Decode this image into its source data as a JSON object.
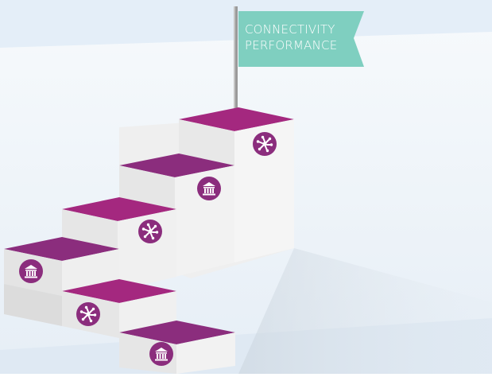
{
  "flag": {
    "line1": "CONNECTIVITY",
    "line2": "PERFORMANCE",
    "color": "#7fcfc0"
  },
  "colors": {
    "stair_front": "#e6e6e6",
    "stair_side": "#f4f4f4",
    "top_magenta": "#a4287f",
    "top_purple": "#8b2d7d",
    "icon_bg": "#8b2d7d",
    "icon_fg": "#ffffff",
    "backdrop_top": "#f4f8fb",
    "backdrop_bottom": "#dfeaf4"
  },
  "steps": [
    {
      "id": "step-1",
      "icon": "bank-icon"
    },
    {
      "id": "step-2",
      "icon": "network-icon"
    },
    {
      "id": "step-3",
      "icon": "bank-icon"
    },
    {
      "id": "step-4",
      "icon": "network-icon"
    },
    {
      "id": "step-5",
      "icon": "bank-icon"
    },
    {
      "id": "step-6",
      "icon": "network-icon"
    }
  ]
}
